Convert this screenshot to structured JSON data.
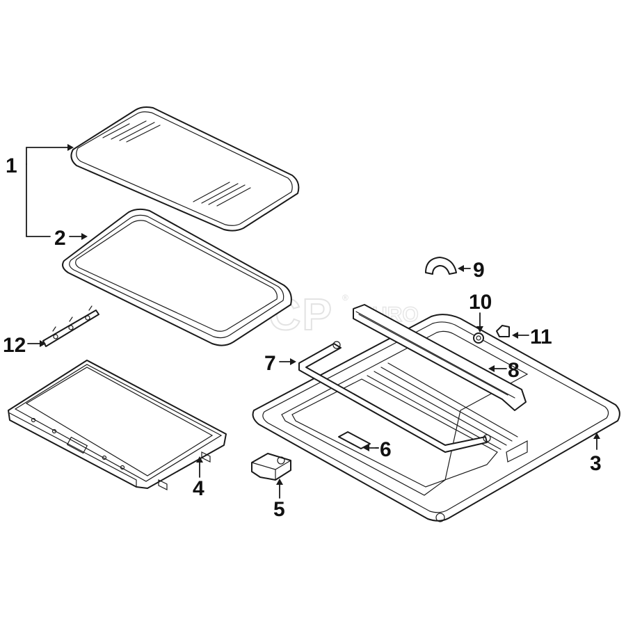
{
  "watermark": {
    "brand": "FCP",
    "suffix": "EURO",
    "reg": "®"
  },
  "callouts": [
    {
      "id": "1",
      "label": "1"
    },
    {
      "id": "2",
      "label": "2"
    },
    {
      "id": "3",
      "label": "3"
    },
    {
      "id": "4",
      "label": "4"
    },
    {
      "id": "5",
      "label": "5"
    },
    {
      "id": "6",
      "label": "6"
    },
    {
      "id": "7",
      "label": "7"
    },
    {
      "id": "8",
      "label": "8"
    },
    {
      "id": "9",
      "label": "9"
    },
    {
      "id": "10",
      "label": "10"
    },
    {
      "id": "11",
      "label": "11"
    },
    {
      "id": "12",
      "label": "12"
    }
  ]
}
